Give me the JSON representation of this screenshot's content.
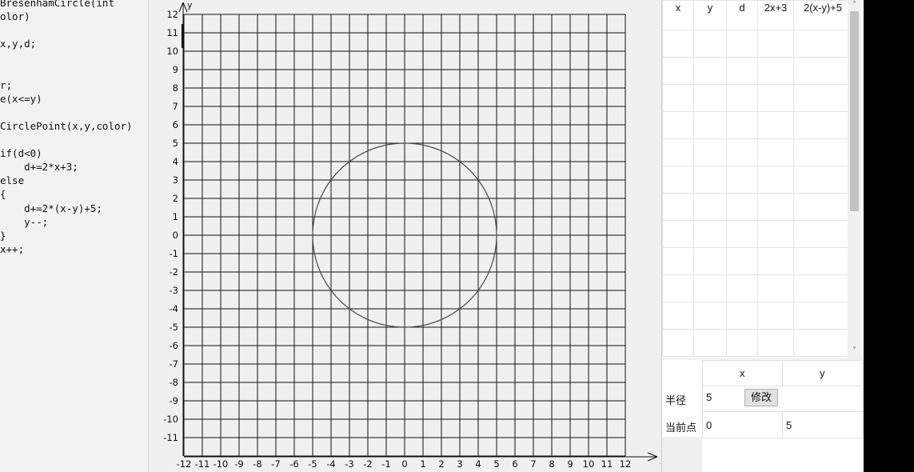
{
  "code": {
    "lines": [
      "BresenhamCircle(int",
      "olor)",
      "",
      "x,y,d;",
      "",
      "",
      "r;",
      "e(x<=y)",
      "",
      "CirclePoint(x,y,color)",
      "",
      "if(d<0)",
      "    d+=2*x+3;",
      "else",
      "{",
      "    d+=2*(x-y)+5;",
      "    y--;",
      "}",
      "x++;"
    ]
  },
  "plot": {
    "x_axis_label": "x",
    "y_axis_label": "y",
    "x_ticks": [
      "-12",
      "-11",
      "-10",
      "-9",
      "-8",
      "-7",
      "-6",
      "-5",
      "-4",
      "-3",
      "-2",
      "-1",
      "0",
      "1",
      "2",
      "3",
      "4",
      "5",
      "6",
      "7",
      "8",
      "9",
      "10",
      "11",
      "12"
    ],
    "y_ticks": [
      "12",
      "11",
      "10",
      "9",
      "8",
      "7",
      "6",
      "5",
      "4",
      "3",
      "2",
      "1",
      "0",
      "-1",
      "-2",
      "-3",
      "-4",
      "-5",
      "-6",
      "-7",
      "-8",
      "-9",
      "-10",
      "-11"
    ],
    "circle": {
      "center_x": 0,
      "center_y": 0,
      "radius": 5
    }
  },
  "table": {
    "headers": [
      "x",
      "y",
      "d",
      "2x+3",
      "2(x-y)+5"
    ],
    "empty_rows": 12
  },
  "scroll": {
    "up": "˄",
    "down": "˅"
  },
  "controls": {
    "col_x_label": "x",
    "col_y_label": "y",
    "radius_label": "半径",
    "radius_value": "5",
    "modify_label": "修改",
    "current_point_label": "当前点",
    "current_x": "0",
    "current_y": "5"
  }
}
